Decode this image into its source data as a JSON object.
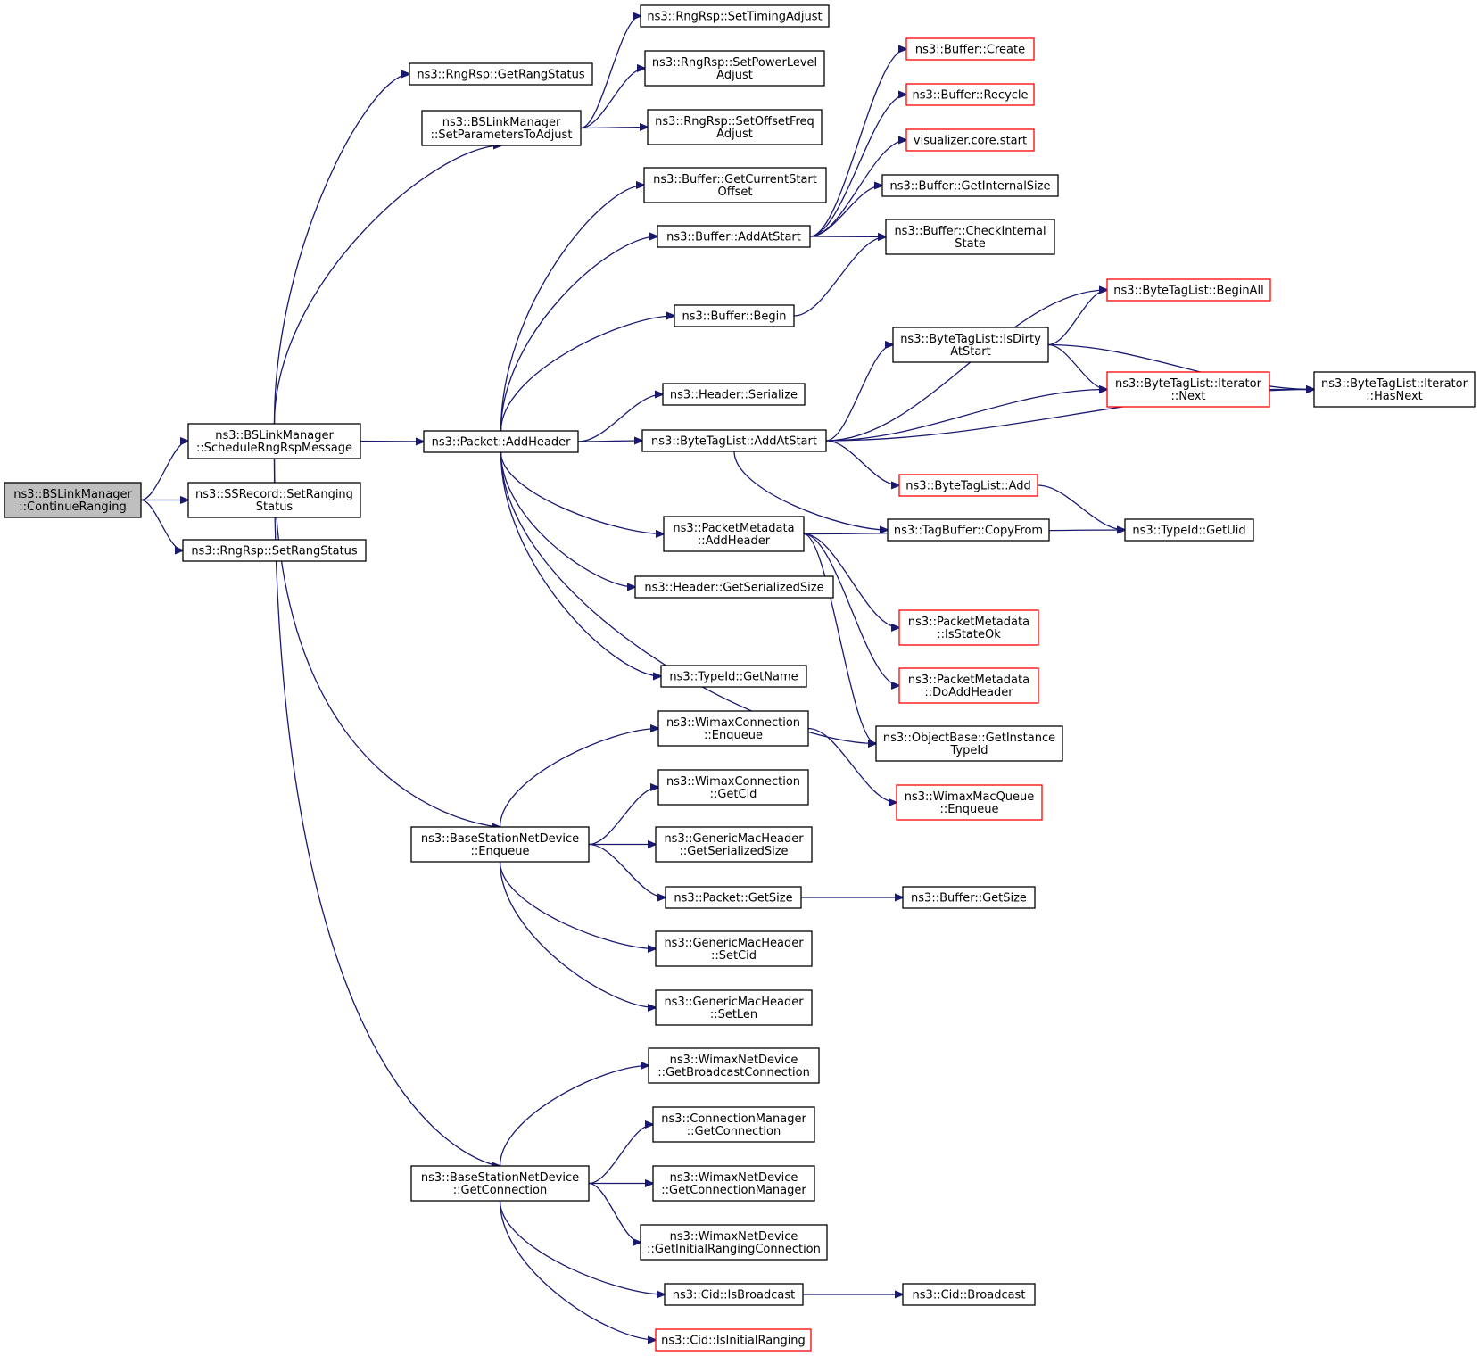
{
  "graph": {
    "title": "",
    "colors": {
      "edge": "#191970",
      "truncated_border": "#ff0000",
      "border": "#000000",
      "root_fill": "#bfbfbf"
    },
    "nodes": {
      "n_continue": {
        "lines": [
          "ns3::BSLinkManager",
          "::ContinueRanging"
        ]
      },
      "n_schedule": {
        "lines": [
          "ns3::BSLinkManager",
          "::ScheduleRngRspMessage"
        ]
      },
      "n_setranging": {
        "lines": [
          "ns3::SSRecord::SetRanging",
          "Status"
        ]
      },
      "n_setrangstatus": {
        "lines": [
          "ns3::RngRsp::SetRangStatus"
        ]
      },
      "n_getrangstatus": {
        "lines": [
          "ns3::RngRsp::GetRangStatus"
        ]
      },
      "n_setparams": {
        "lines": [
          "ns3::BSLinkManager",
          "::SetParametersToAdjust"
        ]
      },
      "n_settiming": {
        "lines": [
          "ns3::RngRsp::SetTimingAdjust"
        ]
      },
      "n_setpower": {
        "lines": [
          "ns3::RngRsp::SetPowerLevel",
          "Adjust"
        ]
      },
      "n_setoffset": {
        "lines": [
          "ns3::RngRsp::SetOffsetFreq",
          "Adjust"
        ]
      },
      "n_addheader": {
        "lines": [
          "ns3::Packet::AddHeader"
        ]
      },
      "n_getcurstart": {
        "lines": [
          "ns3::Buffer::GetCurrentStart",
          "Offset"
        ]
      },
      "n_addatstart": {
        "lines": [
          "ns3::Buffer::AddAtStart"
        ]
      },
      "n_create": {
        "lines": [
          "ns3::Buffer::Create"
        ]
      },
      "n_recycle": {
        "lines": [
          "ns3::Buffer::Recycle"
        ]
      },
      "n_vizstart": {
        "lines": [
          "visualizer.core.start"
        ]
      },
      "n_getinternal": {
        "lines": [
          "ns3::Buffer::GetInternalSize"
        ]
      },
      "n_checkinternal": {
        "lines": [
          "ns3::Buffer::CheckInternal",
          "State"
        ]
      },
      "n_begin": {
        "lines": [
          "ns3::Buffer::Begin"
        ]
      },
      "n_beginall": {
        "lines": [
          "ns3::ByteTagList::BeginAll"
        ]
      },
      "n_isdirty": {
        "lines": [
          "ns3::ByteTagList::IsDirty",
          "AtStart"
        ]
      },
      "n_next": {
        "lines": [
          "ns3::ByteTagList::Iterator",
          "::Next"
        ]
      },
      "n_hasnext": {
        "lines": [
          "ns3::ByteTagList::Iterator",
          "::HasNext"
        ]
      },
      "n_serialize": {
        "lines": [
          "ns3::Header::Serialize"
        ]
      },
      "n_btl_addatstart": {
        "lines": [
          "ns3::ByteTagList::AddAtStart"
        ]
      },
      "n_btl_add": {
        "lines": [
          "ns3::ByteTagList::Add"
        ]
      },
      "n_copyfrom": {
        "lines": [
          "ns3::TagBuffer::CopyFrom"
        ]
      },
      "n_getuid": {
        "lines": [
          "ns3::TypeId::GetUid"
        ]
      },
      "n_pm_addheader": {
        "lines": [
          "ns3::PacketMetadata",
          "::AddHeader"
        ]
      },
      "n_getserialized": {
        "lines": [
          "ns3::Header::GetSerializedSize"
        ]
      },
      "n_isstateok": {
        "lines": [
          "ns3::PacketMetadata",
          "::IsStateOk"
        ]
      },
      "n_doaddheader": {
        "lines": [
          "ns3::PacketMetadata",
          "::DoAddHeader"
        ]
      },
      "n_getname": {
        "lines": [
          "ns3::TypeId::GetName"
        ]
      },
      "n_getinstance": {
        "lines": [
          "ns3::ObjectBase::GetInstance",
          "TypeId"
        ]
      },
      "n_wc_enqueue": {
        "lines": [
          "ns3::WimaxConnection",
          "::Enqueue"
        ]
      },
      "n_wmq_enqueue": {
        "lines": [
          "ns3::WimaxMacQueue",
          "::Enqueue"
        ]
      },
      "n_wc_getcid": {
        "lines": [
          "ns3::WimaxConnection",
          "::GetCid"
        ]
      },
      "n_bs_enqueue": {
        "lines": [
          "ns3::BaseStationNetDevice",
          "::Enqueue"
        ]
      },
      "n_gmh_serial": {
        "lines": [
          "ns3::GenericMacHeader",
          "::GetSerializedSize"
        ]
      },
      "n_pkt_getsize": {
        "lines": [
          "ns3::Packet::GetSize"
        ]
      },
      "n_buf_getsize": {
        "lines": [
          "ns3::Buffer::GetSize"
        ]
      },
      "n_gmh_setcid": {
        "lines": [
          "ns3::GenericMacHeader",
          "::SetCid"
        ]
      },
      "n_gmh_setlen": {
        "lines": [
          "ns3::GenericMacHeader",
          "::SetLen"
        ]
      },
      "n_wnd_bcast": {
        "lines": [
          "ns3::WimaxNetDevice",
          "::GetBroadcastConnection"
        ]
      },
      "n_cm_getconn": {
        "lines": [
          "ns3::ConnectionManager",
          "::GetConnection"
        ]
      },
      "n_bs_getconn": {
        "lines": [
          "ns3::BaseStationNetDevice",
          "::GetConnection"
        ]
      },
      "n_wnd_getcm": {
        "lines": [
          "ns3::WimaxNetDevice",
          "::GetConnectionManager"
        ]
      },
      "n_wnd_initrng": {
        "lines": [
          "ns3::WimaxNetDevice",
          "::GetInitialRangingConnection"
        ]
      },
      "n_cid_isbcast": {
        "lines": [
          "ns3::Cid::IsBroadcast"
        ]
      },
      "n_cid_bcast": {
        "lines": [
          "ns3::Cid::Broadcast"
        ]
      },
      "n_cid_isinit": {
        "lines": [
          "ns3::Cid::IsInitialRanging"
        ]
      }
    }
  }
}
